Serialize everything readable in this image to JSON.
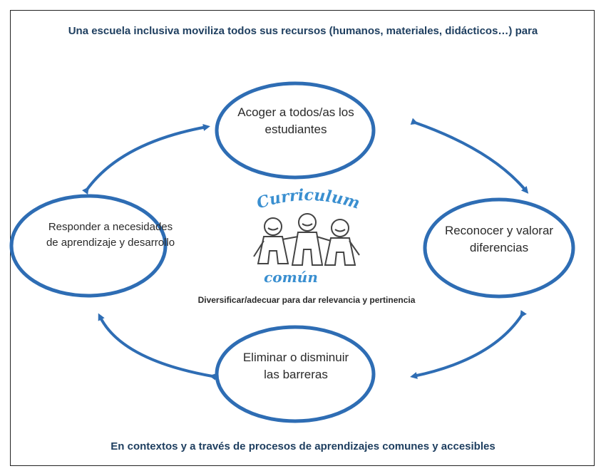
{
  "title": "Una escuela inclusiva moviliza todos sus recursos (humanos, materiales, didácticos…) para",
  "nodes": {
    "top": "Acoger a todos/as los estudiantes",
    "left": "Responder a necesidades de aprendizaje y desarrollo",
    "right": "Reconocer y valorar diferencias",
    "bottom": "Eliminar o disminuir las barreras"
  },
  "center": {
    "logo_top": "Curriculum",
    "logo_bottom": "común"
  },
  "band": "Diversificar/adecuar para dar relevancia y pertinencia",
  "footer": "En contextos y a través de procesos de aprendizajes comunes y accesibles",
  "colors": {
    "ellipse_stroke": "#2e6db4",
    "arrow": "#2e6db4",
    "title_text": "#1f3f60",
    "logo": "#3a8fd0"
  }
}
